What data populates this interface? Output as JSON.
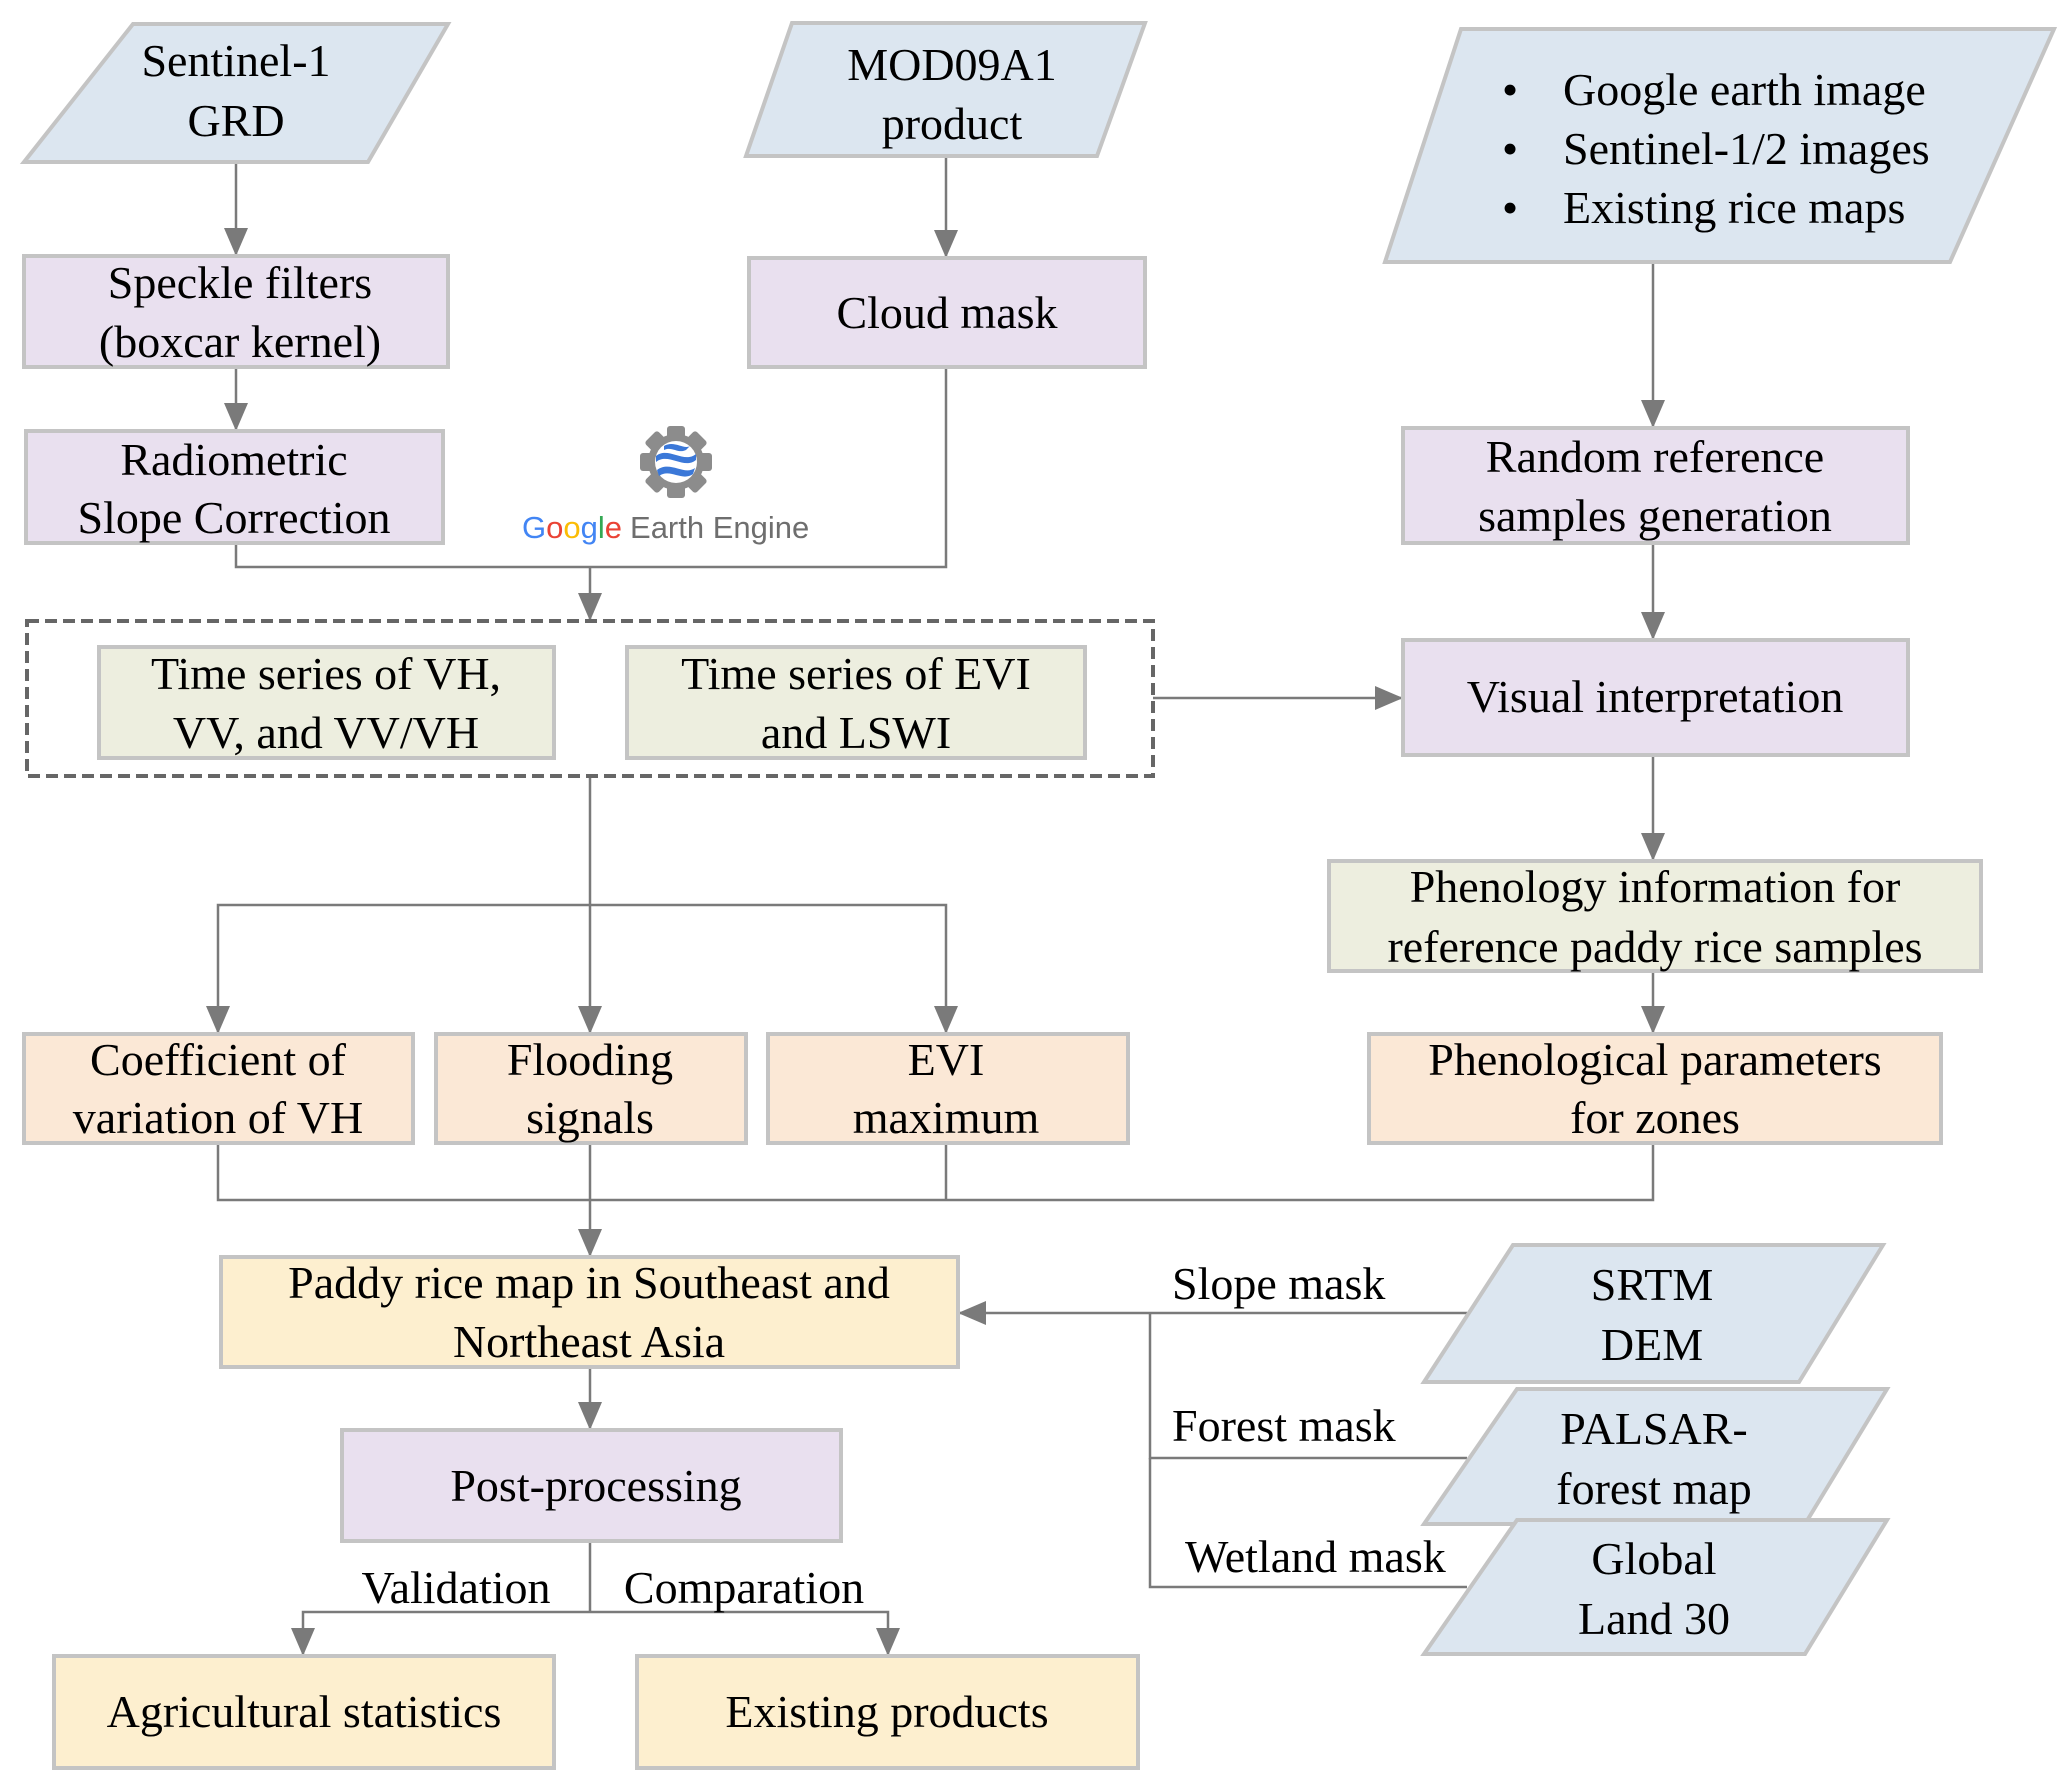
{
  "colors": {
    "data_input": "#dce6f0",
    "process": "#e9e0ef",
    "intermediate": "#edeedf",
    "feature": "#fbe8d6",
    "output": "#fdefcf",
    "edge": "#7a7a7a",
    "border": "#c4c4c4"
  },
  "nodes": {
    "sentinel1": [
      "Sentinel-1",
      "GRD"
    ],
    "mod09a1": [
      "MOD09A1",
      "product"
    ],
    "reference_sources": [
      "Google earth image",
      "Sentinel-1/2 images",
      "Existing rice maps"
    ],
    "speckle": [
      "Speckle filters",
      "(boxcar kernel)"
    ],
    "cloud_mask": [
      "Cloud mask"
    ],
    "radiometric": [
      "Radiometric",
      "Slope Correction"
    ],
    "random_ref": [
      "Random reference",
      "samples generation"
    ],
    "ts_vh": [
      "Time series of VH,",
      "VV, and VV/VH"
    ],
    "ts_evi": [
      "Time series of EVI",
      "and LSWI"
    ],
    "visual": [
      "Visual interpretation"
    ],
    "phenology_info": [
      "Phenology information for",
      "reference paddy rice samples"
    ],
    "coef_var": [
      "Coefficient of",
      "variation of VH"
    ],
    "flooding": [
      "Flooding",
      "signals"
    ],
    "evi_max": [
      "EVI",
      "maximum"
    ],
    "phen_params": [
      "Phenological parameters",
      "for zones"
    ],
    "paddy_map": [
      "Paddy rice map in Southeast and",
      "Northeast Asia"
    ],
    "post": [
      "Post-processing"
    ],
    "agri_stats": [
      "Agricultural statistics"
    ],
    "existing_products": [
      "Existing products"
    ],
    "srtm": [
      "SRTM",
      "DEM"
    ],
    "palsar": [
      "PALSAR-",
      "forest map"
    ],
    "globeland": [
      "Global",
      "Land 30"
    ]
  },
  "edge_labels": {
    "slope_mask": "Slope mask",
    "forest_mask": "Forest mask",
    "wetland_mask": "Wetland mask",
    "validation": "Validation",
    "comparation": "Comparation"
  },
  "logo": {
    "google": [
      "G",
      "o",
      "o",
      "g",
      "l",
      "e"
    ],
    "google_colors": [
      "#4285f4",
      "#ea4335",
      "#fbbc05",
      "#4285f4",
      "#34a853",
      "#ea4335"
    ],
    "product": "Earth Engine"
  },
  "bullet": "•"
}
